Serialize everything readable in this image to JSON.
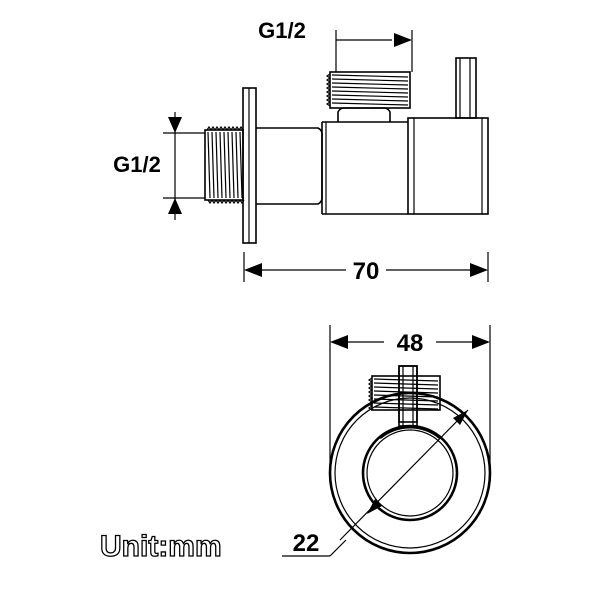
{
  "dimensions": {
    "top_thread_label": "G1/2",
    "side_thread_label": "G1/2",
    "length_label": "70",
    "width_label": "48",
    "diameter_label": "22"
  },
  "unit_label": "Unit:mm",
  "colors": {
    "line": "#000000",
    "background": "#ffffff"
  }
}
